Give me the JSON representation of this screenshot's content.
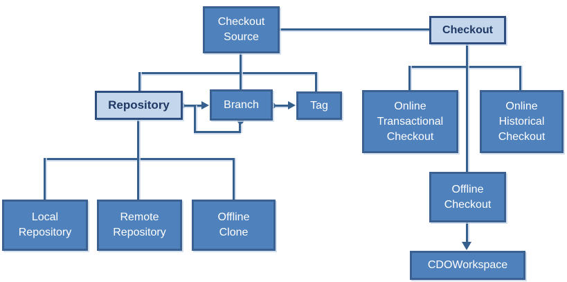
{
  "diagram": {
    "kind": "concept-hierarchy",
    "nodes": {
      "checkout_source": {
        "label": "Checkout\nSource",
        "style": "solid"
      },
      "checkout": {
        "label": "Checkout",
        "style": "highlight"
      },
      "repository": {
        "label": "Repository",
        "style": "highlight"
      },
      "branch": {
        "label": "Branch",
        "style": "solid"
      },
      "tag": {
        "label": "Tag",
        "style": "solid"
      },
      "online_transactional_checkout": {
        "label": "Online\nTransactional\nCheckout",
        "style": "solid"
      },
      "online_historical_checkout": {
        "label": "Online\nHistorical\nCheckout",
        "style": "solid"
      },
      "offline_checkout": {
        "label": "Offline\nCheckout",
        "style": "solid"
      },
      "cdo_workspace": {
        "label": "CDOWorkspace",
        "style": "solid"
      },
      "local_repository": {
        "label": "Local\nRepository",
        "style": "solid"
      },
      "remote_repository": {
        "label": "Remote\nRepository",
        "style": "solid"
      },
      "offline_clone": {
        "label": "Offline\nClone",
        "style": "solid"
      }
    },
    "edges": [
      {
        "from": "Checkout Source",
        "to": "Checkout",
        "type": "plain-link"
      },
      {
        "from": "Checkout Source",
        "to": "Repository",
        "type": "tree-branch"
      },
      {
        "from": "Checkout Source",
        "to": "Branch",
        "type": "tree-branch"
      },
      {
        "from": "Checkout Source",
        "to": "Tag",
        "type": "tree-branch"
      },
      {
        "from": "Repository",
        "to": "Branch",
        "type": "dot-arrow"
      },
      {
        "from": "Branch",
        "to": "Branch",
        "type": "dot-arrow-self-loop"
      },
      {
        "from": "Branch",
        "to": "Tag",
        "type": "dot-arrow"
      },
      {
        "from": "Repository",
        "to": "Local Repository",
        "type": "tree-branch"
      },
      {
        "from": "Repository",
        "to": "Remote Repository",
        "type": "tree-branch"
      },
      {
        "from": "Repository",
        "to": "Offline Clone",
        "type": "tree-branch"
      },
      {
        "from": "Checkout",
        "to": "Online Transactional Checkout",
        "type": "tree-branch"
      },
      {
        "from": "Checkout",
        "to": "Online Historical Checkout",
        "type": "tree-branch"
      },
      {
        "from": "Checkout",
        "to": "Offline Checkout",
        "type": "tree-branch"
      },
      {
        "from": "Offline Checkout",
        "to": "CDOWorkspace",
        "type": "arrow"
      }
    ],
    "colors": {
      "node_fill": "#4f81bd",
      "node_border": "#3a6191",
      "highlight_fill": "#c3d6ec",
      "highlight_border": "#2f4e80",
      "text_on_dark": "#ffffff",
      "text_on_light": "#1f3864",
      "connector": "#35608d",
      "connector_shadow": "#c7d6ea",
      "background": "#ffffff"
    }
  }
}
